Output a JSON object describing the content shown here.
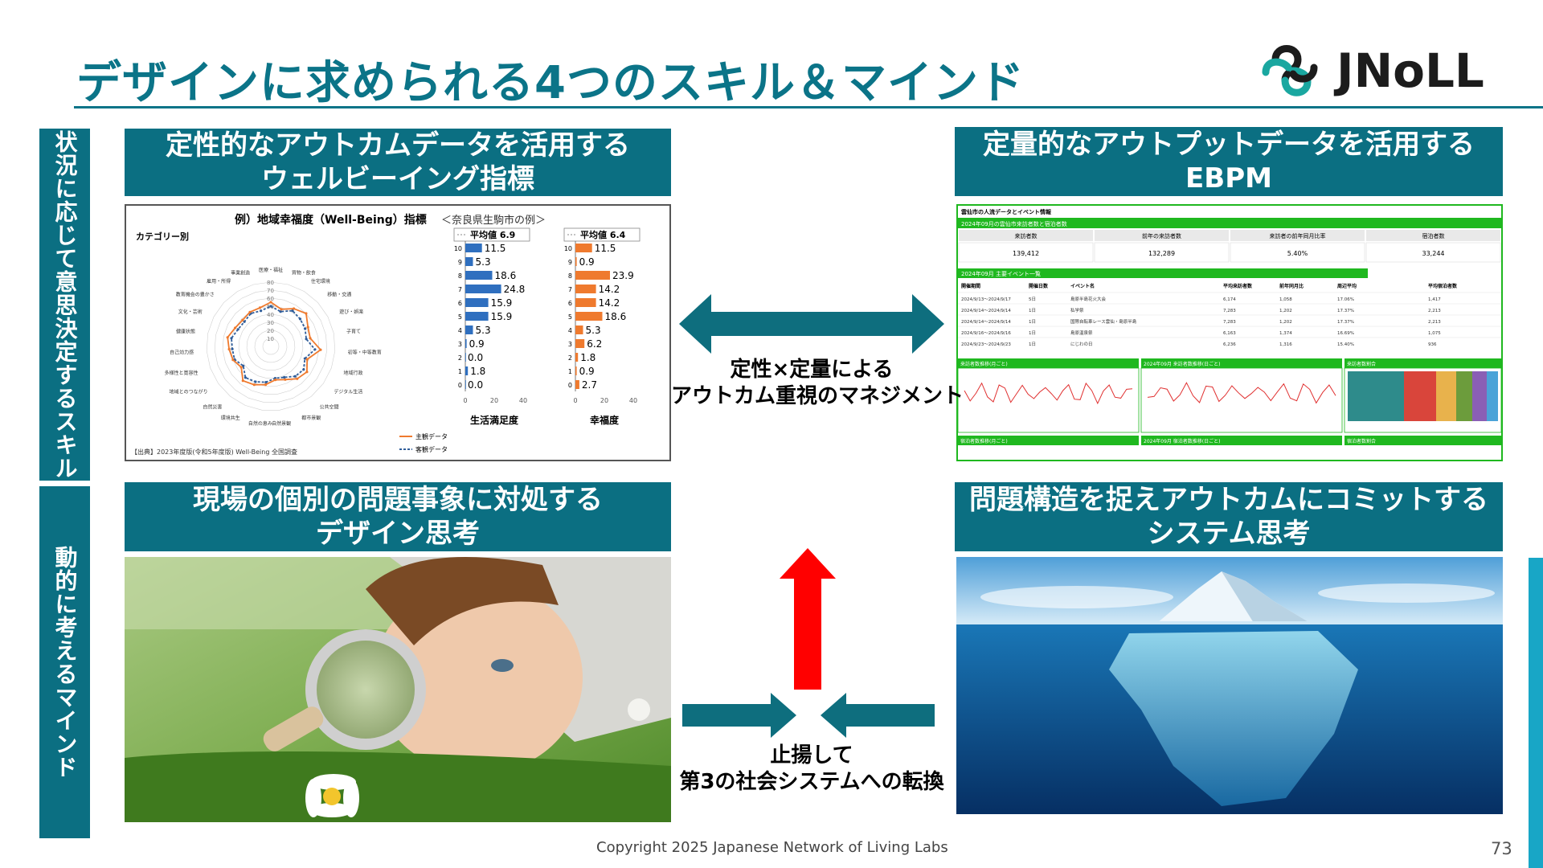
{
  "title": "デザインに求められる4つのスキル＆マインド",
  "logo_text": "JNoLL",
  "side_labels": {
    "top": "状況に応じて意思決定するスキル",
    "bottom": "動的に考えるマインド"
  },
  "panels": {
    "top_left": {
      "header_line1": "定性的なアウトカムデータを活用する",
      "header_line2": "ウェルビーイング指標",
      "chart_title": "例）地域幸福度（Well-Being）指標",
      "chart_subtitle": "＜奈良県生駒市の例＞",
      "category_label": "カテゴリー別",
      "legend_subjective": "主観データ",
      "legend_objective": "客観データ",
      "source": "【出典】2023年度版(令和5年度版) Well-Being 全国調査",
      "radar_labels": [
        "医療・福祉",
        "買物・飲食",
        "住宅環境",
        "移動・交通",
        "遊び・娯楽",
        "子育て",
        "初等・中等教育",
        "地域行政",
        "デジタル生活",
        "公共空間",
        "都市景観",
        "自然景観",
        "自然の恵み",
        "環境共生",
        "自然災害",
        "地域とのつながり",
        "多様性と寛容性",
        "自己効力感",
        "健康状態",
        "文化・芸術",
        "教育機会の豊かさ",
        "雇用・所得",
        "事業創造"
      ],
      "radar_ticks": [
        "80",
        "70",
        "60",
        "50",
        "40",
        "30",
        "20",
        "10"
      ],
      "radar_subjective": [
        55,
        48,
        55,
        60,
        52,
        50,
        62,
        48,
        55,
        52,
        45,
        42,
        48,
        52,
        55,
        45,
        50,
        52,
        55,
        50,
        48,
        50,
        50
      ],
      "radar_objective": [
        50,
        45,
        52,
        50,
        48,
        45,
        55,
        45,
        50,
        48,
        42,
        40,
        45,
        48,
        50,
        42,
        48,
        48,
        50,
        46,
        45,
        48,
        46
      ],
      "hist_left": {
        "label": "生活満足度",
        "avg_label": "平均値 6.9",
        "scores": [
          "10",
          "9",
          "8",
          "7",
          "6",
          "5",
          "4",
          "3",
          "2",
          "1",
          "0"
        ],
        "values": [
          11.5,
          5.3,
          18.6,
          24.8,
          15.9,
          15.9,
          5.3,
          0.9,
          0.0,
          1.8,
          0.0
        ],
        "value_labels": [
          "11.5",
          "5.3",
          "18.6",
          "24.8",
          "15.9",
          "15.9",
          "5.3",
          "0.9",
          "0.0",
          "1.8",
          "0.0"
        ],
        "axis_ticks": [
          "0",
          "20",
          "40"
        ],
        "color": "#2f6fbf"
      },
      "hist_right": {
        "label": "幸福度",
        "avg_label": "平均値 6.4",
        "scores": [
          "10",
          "9",
          "8",
          "7",
          "6",
          "5",
          "4",
          "3",
          "2",
          "1",
          "0"
        ],
        "values": [
          11.5,
          0.9,
          23.9,
          14.2,
          14.2,
          18.6,
          5.3,
          6.2,
          1.8,
          0.9,
          2.7
        ],
        "value_labels": [
          "11.5",
          "0.9",
          "23.9",
          "14.2",
          "14.2",
          "18.6",
          "5.3",
          "6.2",
          "1.8",
          "0.9",
          "2.7"
        ],
        "axis_ticks": [
          "0",
          "20",
          "40"
        ],
        "color": "#ef7a2e"
      }
    },
    "top_right": {
      "header_line1": "定量的なアウトプットデータを活用する",
      "header_line2": "EBPM",
      "dash_title": "雲仙市の人流データとイベント情報",
      "stats_header": "2024年09月の雲仙市来訪者数と宿泊者数",
      "stat_labels": [
        "来訪者数",
        "前年の来訪者数",
        "来訪者の前年同月比率",
        "宿泊者数"
      ],
      "stat_values": [
        "139,412",
        "132,289",
        "5.40%",
        "33,244"
      ],
      "event_header": "2024年09月 主要イベント一覧",
      "event_columns": [
        "開催期間",
        "開催日数",
        "イベント名",
        "平均来訪者数",
        "前年同月比",
        "周辺平均",
        "平均宿泊者数"
      ],
      "event_rows": [
        [
          "2024/9/13〜2024/9/17",
          "5日",
          "島原半島花火大会",
          "6,174",
          "1,058",
          "17.06%",
          "1,417"
        ],
        [
          "2024/9/14〜2024/9/14",
          "1日",
          "私学祭",
          "7,283",
          "1,202",
          "17.37%",
          "2,213"
        ],
        [
          "2024/9/14〜2024/9/14",
          "1日",
          "国際自転車レース雲仙・島原半島",
          "7,283",
          "1,202",
          "17.37%",
          "2,213"
        ],
        [
          "2024/9/16〜2024/9/16",
          "1日",
          "島原温泉祭",
          "6,163",
          "1,374",
          "16.69%",
          "1,075"
        ],
        [
          "2024/9/23〜2024/9/23",
          "1日",
          "にじわの日",
          "6,236",
          "1,316",
          "15.40%",
          "936"
        ]
      ],
      "chart1_title": "来訪者数推移(月ごと)",
      "chart2_title": "2024年09月 来訪者数推移(日ごと)",
      "chart3_title": "来訪者数割合",
      "chart4_title": "宿泊者数推移(月ごと)",
      "chart5_title": "2024年09月 宿泊者数推移(日ごと)",
      "chart6_title": "宿泊者数割合"
    },
    "bottom_left": {
      "header_line1": "現場の個別の問題事象に対処する",
      "header_line2": "デザイン思考"
    },
    "bottom_right": {
      "header_line1": "問題構造を捉えアウトカムにコミットする",
      "header_line2": "システム思考"
    }
  },
  "center": {
    "top_line1": "定性×定量による",
    "top_line2": "アウトカム重視のマネジメント",
    "bottom_line1": "止揚して",
    "bottom_line2": "第3の社会システムへの転換"
  },
  "footer": {
    "copyright": "Copyright 2025  Japanese Network of Living Labs",
    "page": "73"
  },
  "colors": {
    "teal": "#0b6f82",
    "title_teal": "#0b7488",
    "arrow_teal": "#0e6e7e",
    "red_arrow": "#ff0000",
    "dashboard_green": "#1fb81f",
    "accent_cyan": "#18a6c6"
  }
}
